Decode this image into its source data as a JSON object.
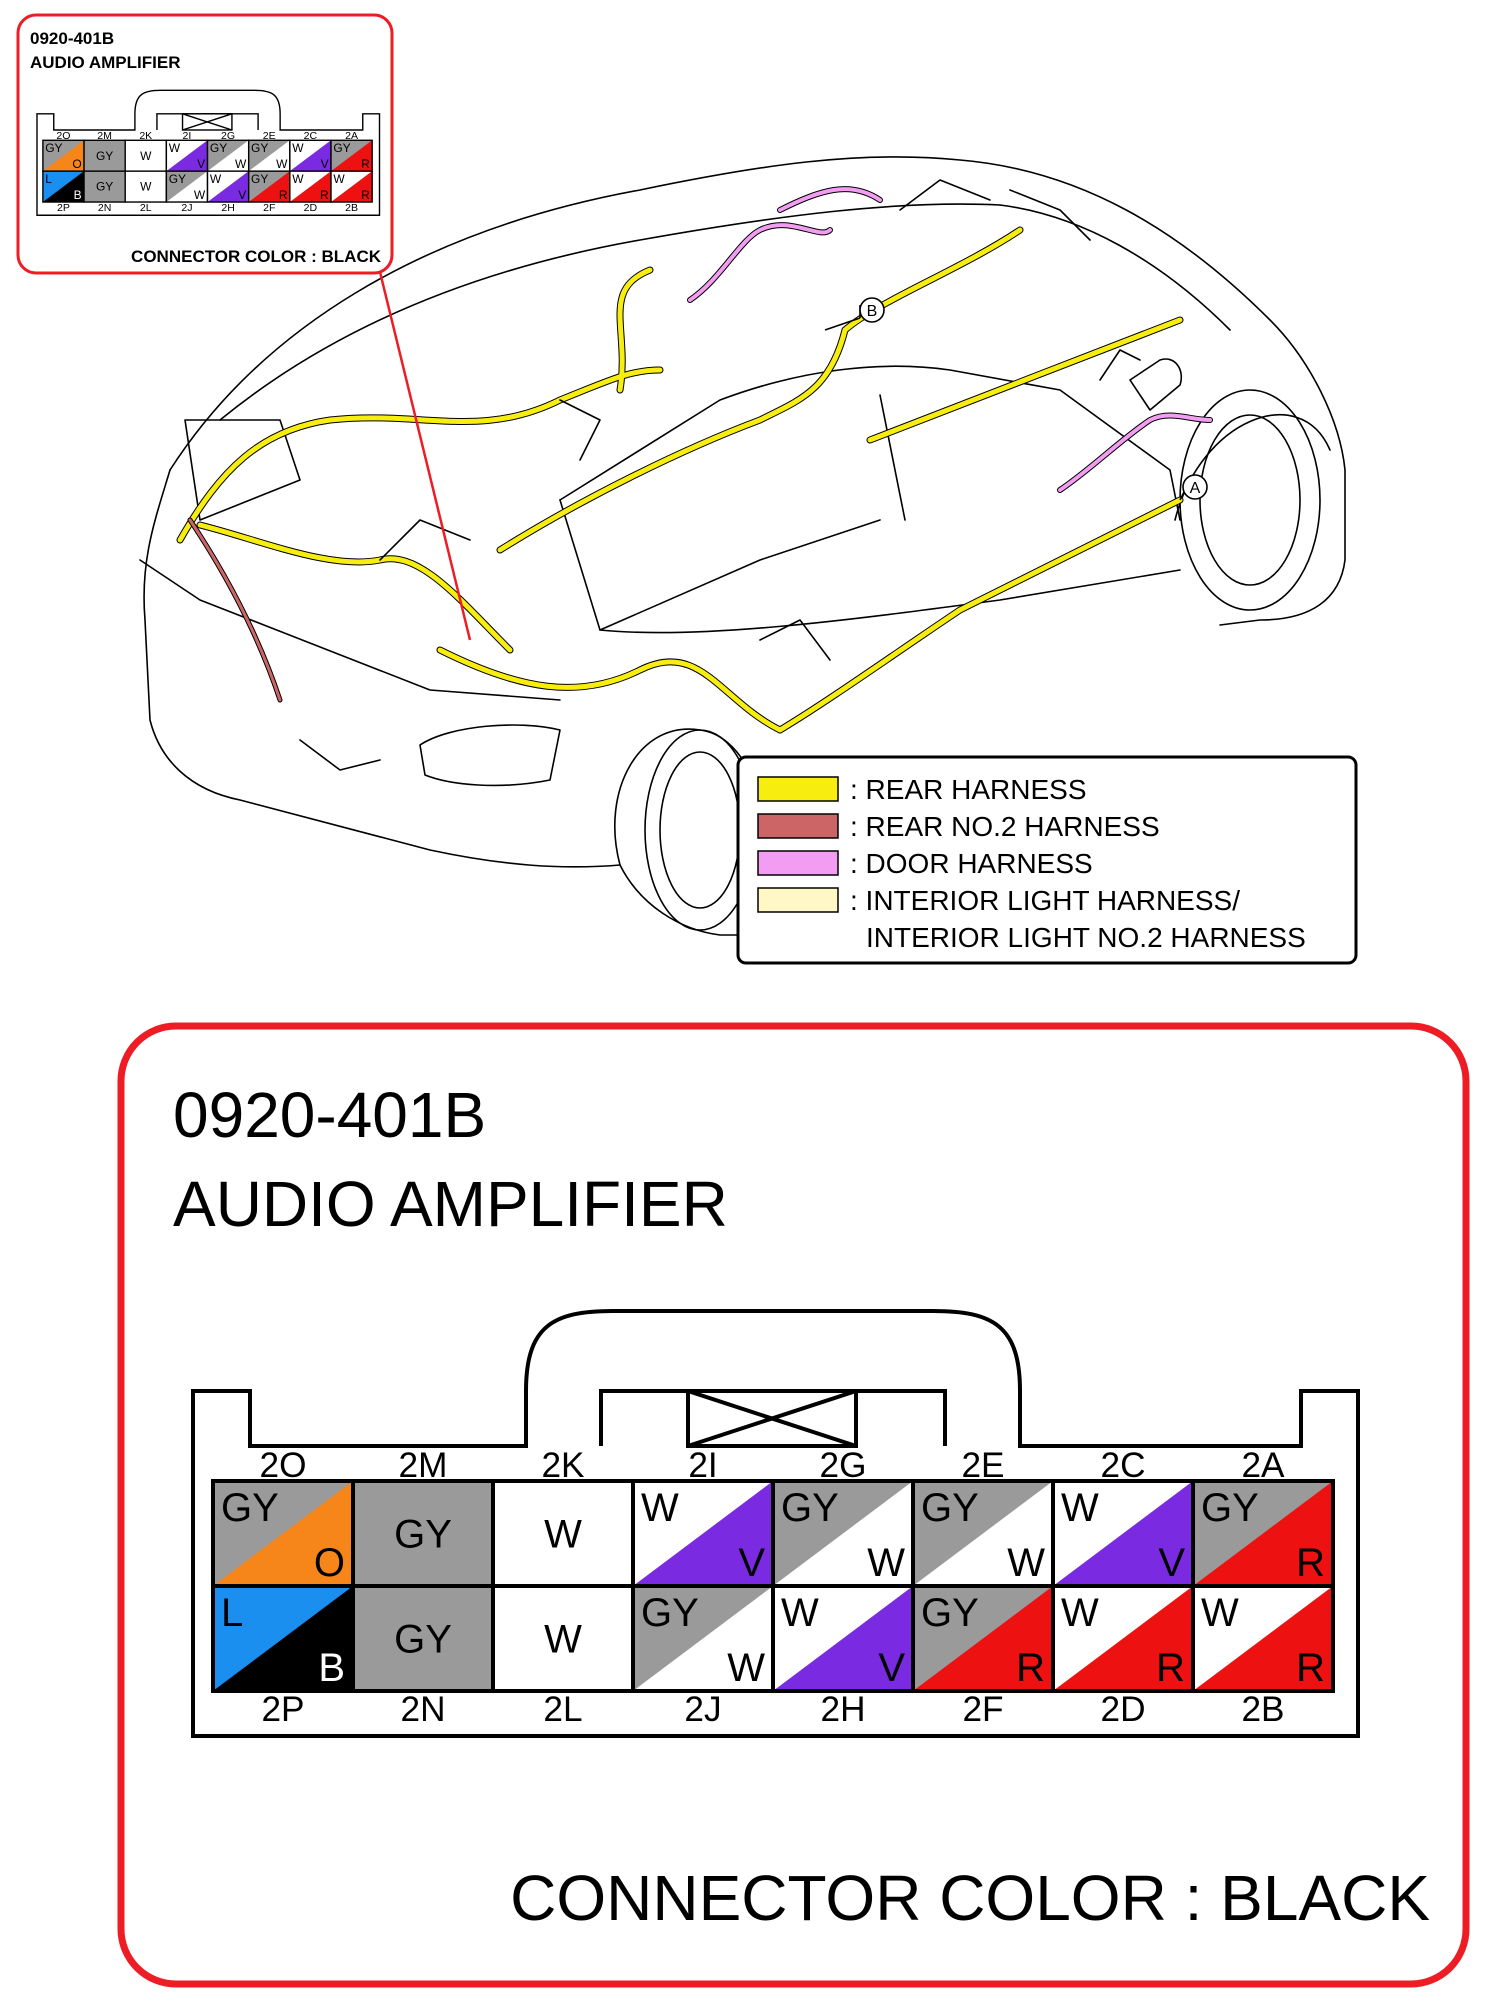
{
  "connector": {
    "code": "0920-401B",
    "name": "AUDIO AMPLIFIER",
    "color_label": "CONNECTOR COLOR : BLACK"
  },
  "colors": {
    "frame_red": "#ee1c24",
    "GY": "#9a9a9a",
    "W": "#ffffff",
    "O": "#f7861a",
    "V": "#7a2be2",
    "R": "#ee1111",
    "L": "#1a8ff0",
    "B": "#000000",
    "harness_rear": "#f7ee10",
    "harness_rear2": "#cc6666",
    "harness_door": "#f29df2",
    "harness_interior": "#fff8c6"
  },
  "pins_top": [
    {
      "pin": "2O",
      "c1": "GY",
      "c2": "O"
    },
    {
      "pin": "2M",
      "c1": "GY",
      "c2": ""
    },
    {
      "pin": "2K",
      "c1": "W",
      "c2": ""
    },
    {
      "pin": "2I",
      "c1": "W",
      "c2": "V"
    },
    {
      "pin": "2G",
      "c1": "GY",
      "c2": "W"
    },
    {
      "pin": "2E",
      "c1": "GY",
      "c2": "W"
    },
    {
      "pin": "2C",
      "c1": "W",
      "c2": "V"
    },
    {
      "pin": "2A",
      "c1": "GY",
      "c2": "R"
    }
  ],
  "pins_bottom": [
    {
      "pin": "2P",
      "c1": "L",
      "c2": "B"
    },
    {
      "pin": "2N",
      "c1": "GY",
      "c2": ""
    },
    {
      "pin": "2L",
      "c1": "W",
      "c2": ""
    },
    {
      "pin": "2J",
      "c1": "GY",
      "c2": "W"
    },
    {
      "pin": "2H",
      "c1": "W",
      "c2": "V"
    },
    {
      "pin": "2F",
      "c1": "GY",
      "c2": "R"
    },
    {
      "pin": "2D",
      "c1": "W",
      "c2": "R"
    },
    {
      "pin": "2B",
      "c1": "W",
      "c2": "R"
    }
  ],
  "legend": [
    {
      "label": ": REAR HARNESS",
      "color": "#f7ee10"
    },
    {
      "label": ": REAR NO.2 HARNESS",
      "color": "#cc6666"
    },
    {
      "label": ": DOOR HARNESS",
      "color": "#f29df2"
    },
    {
      "label": ": INTERIOR LIGHT HARNESS/",
      "color": "#fff8c6"
    },
    {
      "label": "INTERIOR LIGHT NO.2 HARNESS",
      "color": ""
    }
  ],
  "callouts": {
    "a": "A",
    "b": "B"
  }
}
